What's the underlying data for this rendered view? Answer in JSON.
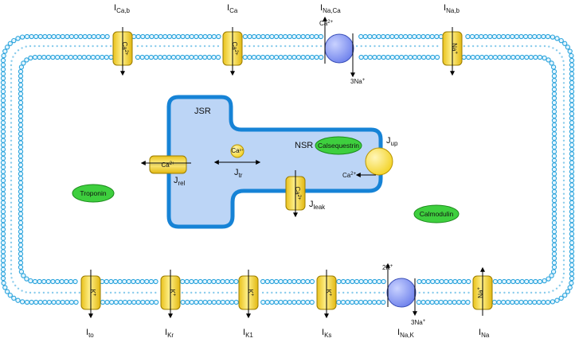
{
  "currents": {
    "i_cab": {
      "main": "I",
      "sub": "Ca,b"
    },
    "i_ca": {
      "main": "I",
      "sub": "Ca"
    },
    "i_naca": {
      "main": "I",
      "sub": "Na,Ca"
    },
    "i_nab": {
      "main": "I",
      "sub": "Na,b"
    },
    "i_to": {
      "main": "I",
      "sub": "to"
    },
    "i_kr": {
      "main": "I",
      "sub": "Kr"
    },
    "i_k1": {
      "main": "I",
      "sub": "K1"
    },
    "i_ks": {
      "main": "I",
      "sub": "Ks"
    },
    "i_nak": {
      "main": "I",
      "sub": "Na,K"
    },
    "i_na": {
      "main": "I",
      "sub": "Na"
    }
  },
  "fluxes": {
    "j_rel": {
      "main": "J",
      "sub": "rel"
    },
    "j_tr": {
      "main": "J",
      "sub": "tr"
    },
    "j_up": {
      "main": "J",
      "sub": "up"
    },
    "j_leak": {
      "main": "J",
      "sub": "leak"
    }
  },
  "ions": {
    "ca": {
      "base": "Ca",
      "sup": "2+"
    },
    "na": {
      "base": "Na",
      "sup": "+"
    },
    "k": {
      "base": "K",
      "sup": "+"
    },
    "three_na": {
      "base": "3Na",
      "sup": "+"
    },
    "two_k": {
      "base": "2K",
      "sup": "+"
    }
  },
  "compartments": {
    "jsr": "JSR",
    "nsr": "NSR"
  },
  "buffers": {
    "calsequestrin": "Calsequestrin",
    "troponin": "Troponin",
    "calmodulin": "Calmodulin"
  },
  "colors": {
    "membrane": "#29a3dc",
    "sr_fill": "#bcd5f6",
    "sr_border": "#1683d6",
    "channel_yellow": "#f7dc37",
    "pump_blue": "#7b8ef0",
    "buffer_green": "#3ecf3e"
  }
}
